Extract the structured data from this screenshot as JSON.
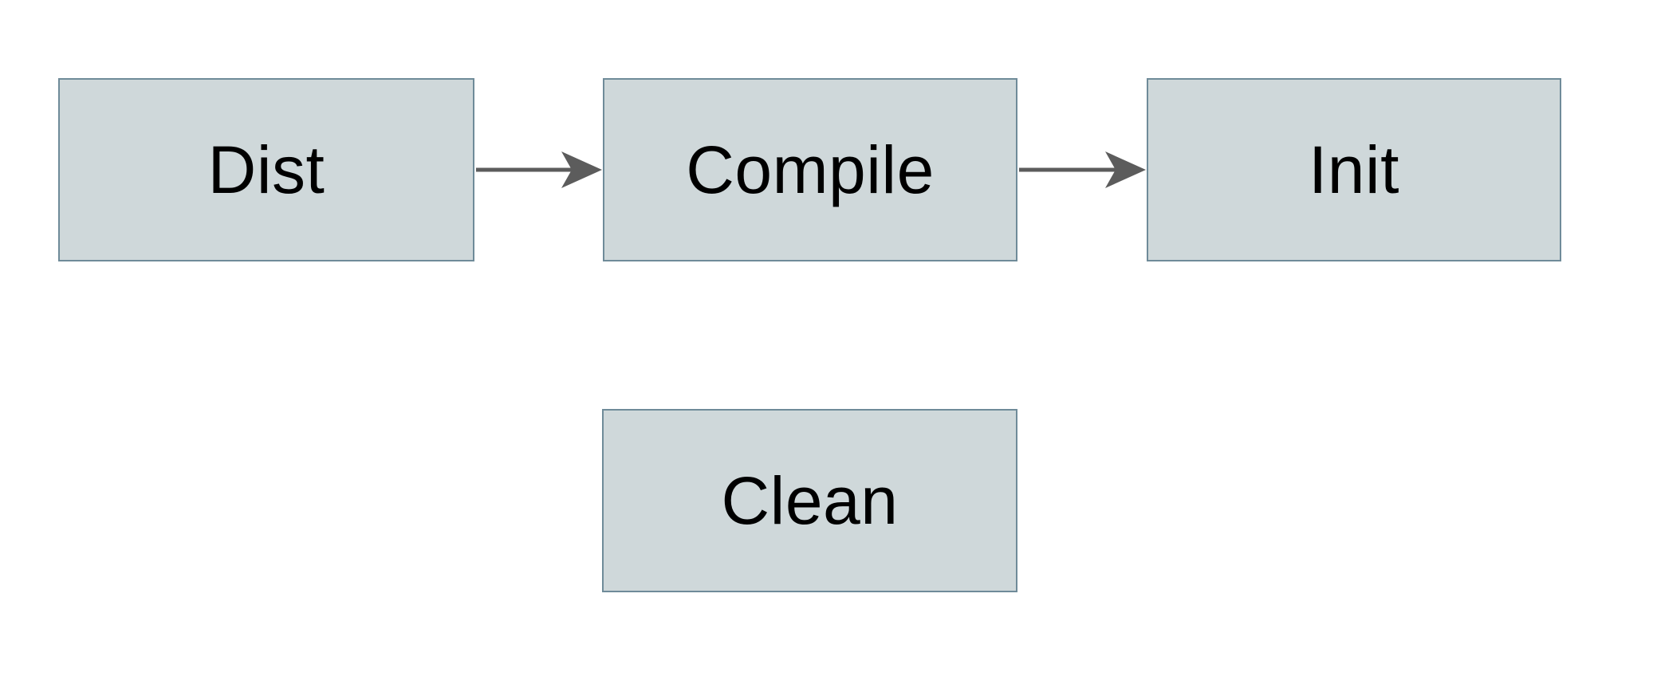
{
  "diagram": {
    "type": "flowchart",
    "background_color": "#ffffff",
    "colors": {
      "node_fill": "#cfd8da",
      "node_border": "#6f8b99",
      "arrow": "#5c5c5c",
      "text": "#000000"
    },
    "nodes": [
      {
        "id": "dist",
        "label": "Dist"
      },
      {
        "id": "compile",
        "label": "Compile"
      },
      {
        "id": "init",
        "label": "Init"
      },
      {
        "id": "clean",
        "label": "Clean"
      }
    ],
    "edges": [
      {
        "from": "Dist",
        "to": "Compile",
        "style": "solid-arrow"
      },
      {
        "from": "Compile",
        "to": "Init",
        "style": "solid-arrow"
      }
    ]
  }
}
